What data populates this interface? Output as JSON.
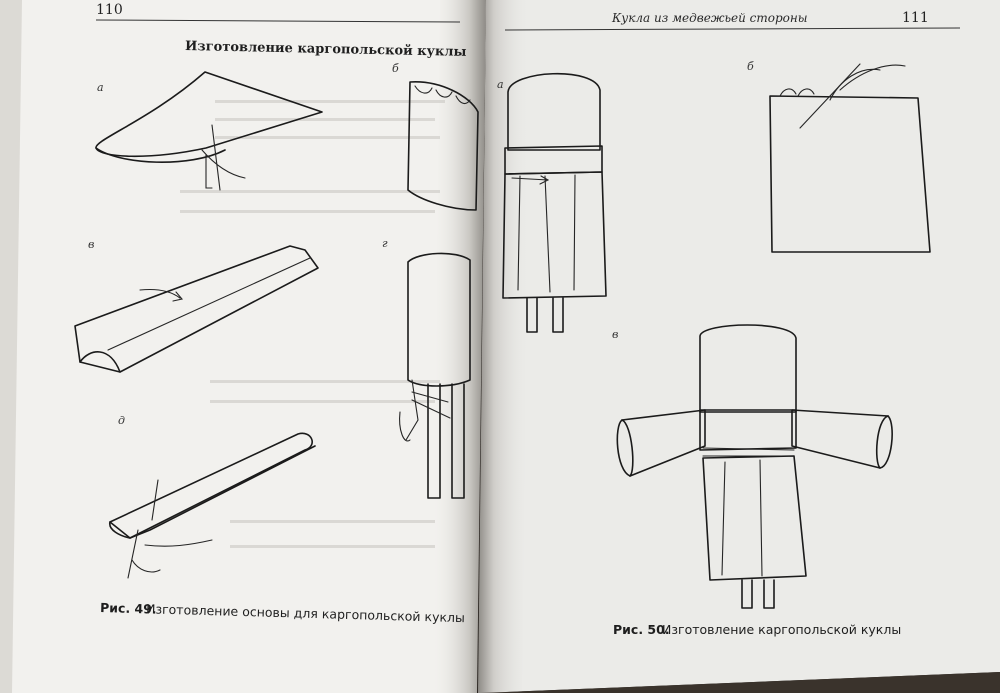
{
  "left_page": {
    "page_number": "110",
    "title": "Изготовление каргопольской куклы",
    "figure_labels": [
      "а",
      "б",
      "в",
      "г",
      "д"
    ],
    "caption_number": "Рис. 49.",
    "caption_text": "Изготовление основы для каргопольской куклы"
  },
  "right_page": {
    "running_head": "Кукла из медвежьей стороны",
    "page_number": "111",
    "figure_labels": [
      "а",
      "б",
      "в"
    ],
    "caption_number": "Рис. 50.",
    "caption_text": "Изготовление каргопольской куклы"
  },
  "colors": {
    "paper_left": "#f2f1ee",
    "paper_right": "#ebebe8",
    "ink": "#1b1b1b",
    "background": "#2b2622"
  }
}
